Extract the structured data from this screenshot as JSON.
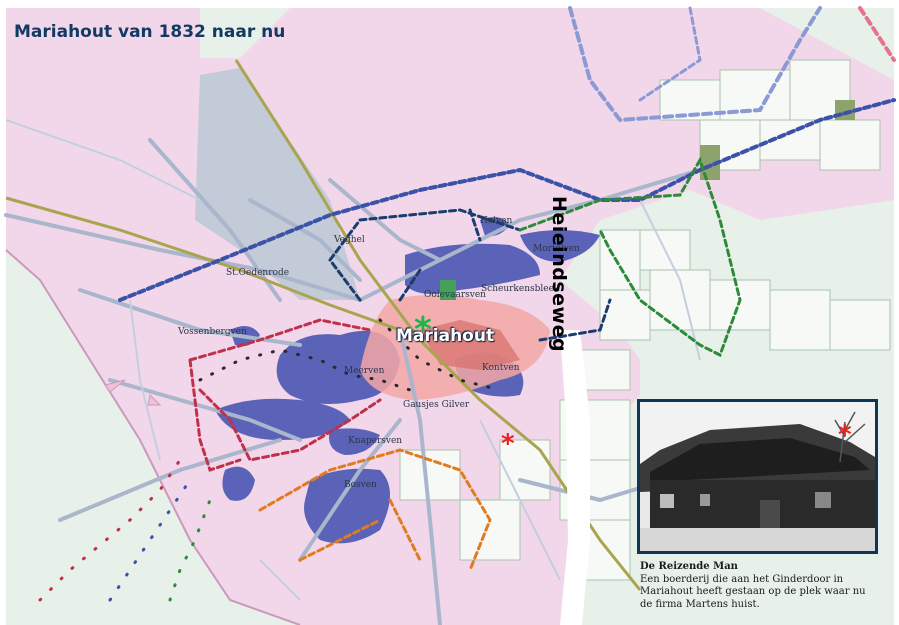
{
  "map": {
    "title": "Mariahout van 1832 naar nu",
    "village_label": "Mariahout",
    "road_label": "Heieindseweg",
    "places": {
      "heiven": "Heiven",
      "veghel": "Veghel",
      "st_oedenrode": "St.Oedenrode",
      "mortelven": "Mortelven",
      "ooievaarsven": "Ooievaarsven",
      "scheurkensbleek": "Scheurkensbleek",
      "vossenbergven": "Vossenbergven",
      "meerven": "Meerven",
      "kontven": "Kontven",
      "gausjes_gilver": "Gausjes Gilver",
      "knapersven": "Knapersven",
      "bosven": "Bosven"
    },
    "markers": {
      "green_star": "*",
      "red_star": "*",
      "photo_star": "*",
      "green_color": "#21b24a",
      "red_color": "#e6221c"
    },
    "colors": {
      "background": "#ffffff",
      "pink_land": "#f2d6e9",
      "fen_blue": "#5b63b8",
      "lake_grey": "#c3cad8",
      "road_grey": "#a9b6cc",
      "main_road": "#a8a54e",
      "title_blue": "#123a63",
      "dashed_blue": "#3c52a8",
      "dashed_navy": "#1b3d6e",
      "dashed_green": "#2d8a3a",
      "dashed_red": "#c0304a",
      "dashed_orange": "#e07b20"
    }
  },
  "inset": {
    "caption_title": "De Reizende Man",
    "caption_text": "Een boerderij die aan het Ginderdoor in Mariahout heeft gestaan op de plek waar nu de firma Martens huist."
  }
}
